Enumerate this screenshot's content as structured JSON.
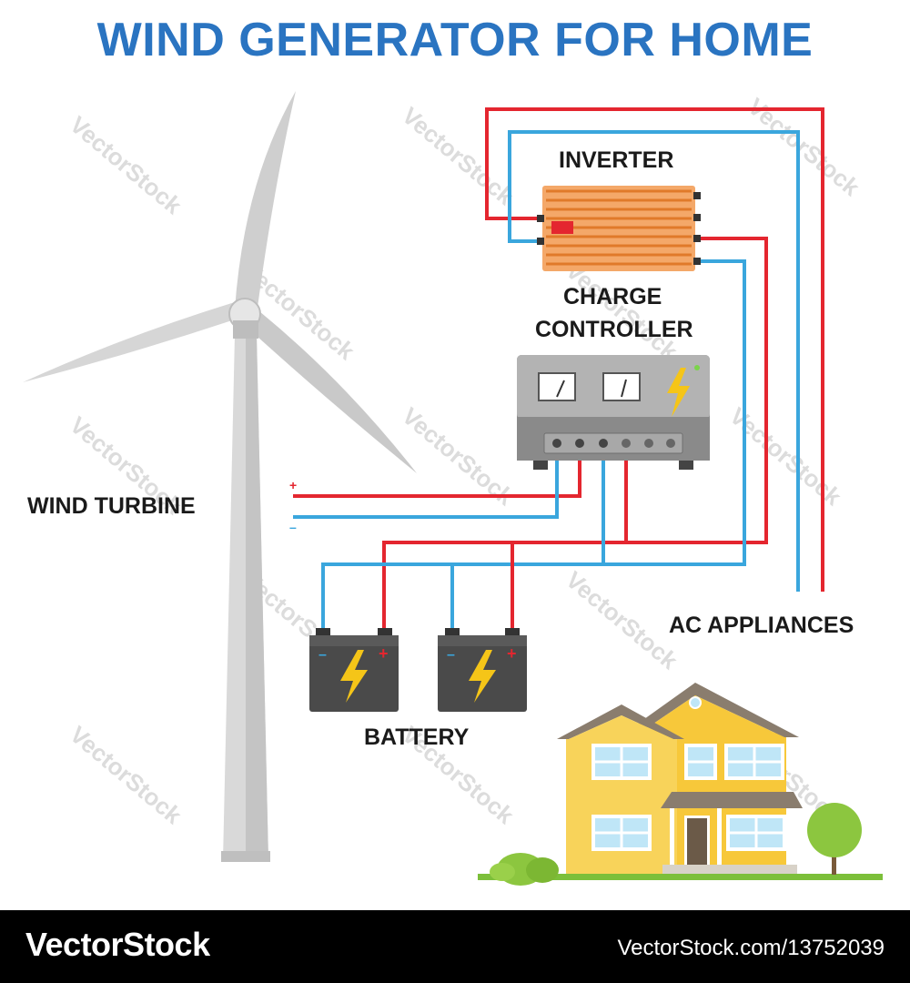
{
  "title": "WIND GENERATOR FOR HOME",
  "labels": {
    "inverter": "INVERTER",
    "charge_controller_line1": "CHARGE",
    "charge_controller_line2": "CONTROLLER",
    "wind_turbine": "WIND TURBINE",
    "battery": "BATTERY",
    "ac_appliances": "AC APPLIANCES"
  },
  "polarity": {
    "plus": "+",
    "minus": "–"
  },
  "watermark": "VectorStock",
  "footer": {
    "brand": "VectorStock",
    "url": "VectorStock.com/13752039"
  },
  "colors": {
    "title": "#2a74c1",
    "wire_positive": "#e4262f",
    "wire_negative": "#3aa6dd",
    "inverter": "#f08a3c",
    "controller": "#8c8c8c",
    "battery": "#4a4a4a",
    "bolt": "#f5c518",
    "house_wall": "#f7c83a",
    "roof": "#8a7d6e",
    "grass": "#7cbf3a"
  },
  "icons": [
    "wind-turbine-icon",
    "inverter-icon",
    "charge-controller-icon",
    "battery-icon",
    "lightning-bolt-icon",
    "house-icon",
    "tree-icon",
    "bush-icon"
  ]
}
